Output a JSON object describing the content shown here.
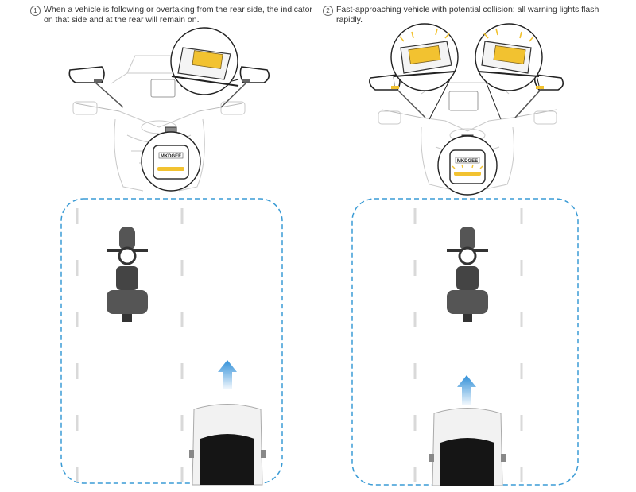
{
  "scenarios": [
    {
      "number": "1",
      "caption": "When a vehicle is following or overtaking from the rear side, the indicator on that side and at the rear will remain on.",
      "rear_badge_text": "MKDGEE"
    },
    {
      "number": "2",
      "caption": "Fast-approaching vehicle with potential collision: all warning lights flash rapidly.",
      "rear_badge_text": "MKDGEE"
    }
  ],
  "colors": {
    "indicator": "#f2c230",
    "dashed_border": "#3a9bd5",
    "arrow": "#2f8fd8",
    "lane_marking": "#d9d9d9",
    "outline": "#222222"
  },
  "icons": [
    "motorcycle-front-icon",
    "motorcycle-top-icon",
    "car-top-icon",
    "arrow-up-icon",
    "warning-light-icon",
    "magnifier-callout-icon"
  ]
}
